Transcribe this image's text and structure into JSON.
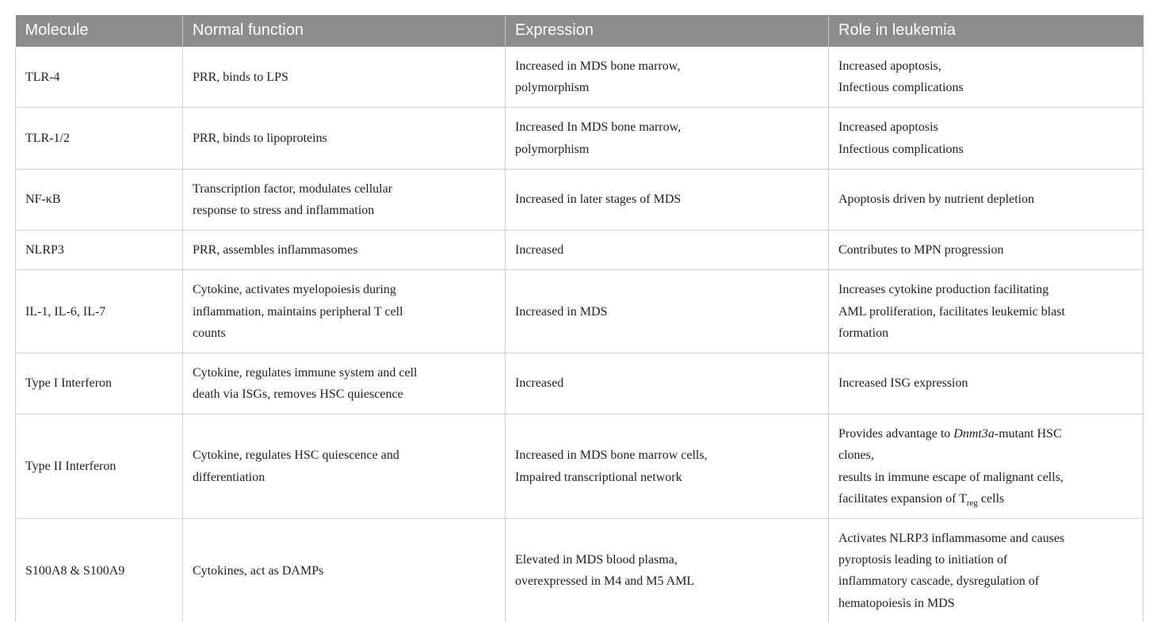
{
  "colors": {
    "header_bg": "#8c8c8c",
    "header_text": "#ffffff",
    "body_text": "#1f1f1f",
    "grid_border": "#d2d2d2",
    "bottom_border": "#b3b3b3"
  },
  "table": {
    "columns": [
      "Molecule",
      "Normal function",
      "Expression",
      "Role in leukemia"
    ],
    "rows": [
      {
        "molecule": "TLR-4",
        "normal_function": "PRR, binds to LPS",
        "expression": "Increased in MDS bone marrow,\npolymorphism",
        "role": "Increased apoptosis,\nInfectious complications"
      },
      {
        "molecule": "TLR-1/2",
        "normal_function": "PRR, binds to lipoproteins",
        "expression": "Increased In MDS bone marrow,\npolymorphism",
        "role": "Increased apoptosis\nInfectious complications"
      },
      {
        "molecule": "NF-κB",
        "normal_function": "Transcription factor, modulates cellular\nresponse to stress and inflammation",
        "expression": "Increased in later stages of MDS",
        "role": "Apoptosis driven by nutrient depletion"
      },
      {
        "molecule": "NLRP3",
        "normal_function": "PRR, assembles inflammasomes",
        "expression": "Increased",
        "role": "Contributes to MPN progression"
      },
      {
        "molecule": "IL-1, IL-6, IL-7",
        "normal_function": "Cytokine, activates myelopoiesis during\ninflammation, maintains peripheral T cell\ncounts",
        "expression": "Increased in MDS",
        "role": "Increases cytokine production facilitating\nAML proliferation, facilitates leukemic blast\nformation"
      },
      {
        "molecule": "Type I Interferon",
        "normal_function": "Cytokine, regulates immune system and cell\ndeath via ISGs, removes HSC quiescence",
        "expression": "Increased",
        "role": "Increased ISG expression"
      },
      {
        "molecule": "Type II Interferon",
        "normal_function": "Cytokine, regulates HSC quiescence and\ndifferentiation",
        "expression": "Increased in MDS bone marrow cells,\nImpaired transcriptional network",
        "role_segments": [
          {
            "text": "Provides advantage to "
          },
          {
            "text": "Dnmt3a",
            "style": "italic"
          },
          {
            "text": "-mutant HSC\nclones,\nresults in immune escape of malignant cells,\nfacilitates expansion of T"
          },
          {
            "text": "reg",
            "style": "sub"
          },
          {
            "text": " cells"
          }
        ]
      },
      {
        "molecule": "S100A8 & S100A9",
        "normal_function": "Cytokines, act as DAMPs",
        "expression": "Elevated in MDS blood plasma,\noverexpressed in M4 and M5 AML",
        "role": "Activates NLRP3 inflammasome and causes\npyroptosis leading to initiation of\ninflammatory cascade, dysregulation of\nhematopoiesis in MDS"
      }
    ]
  }
}
